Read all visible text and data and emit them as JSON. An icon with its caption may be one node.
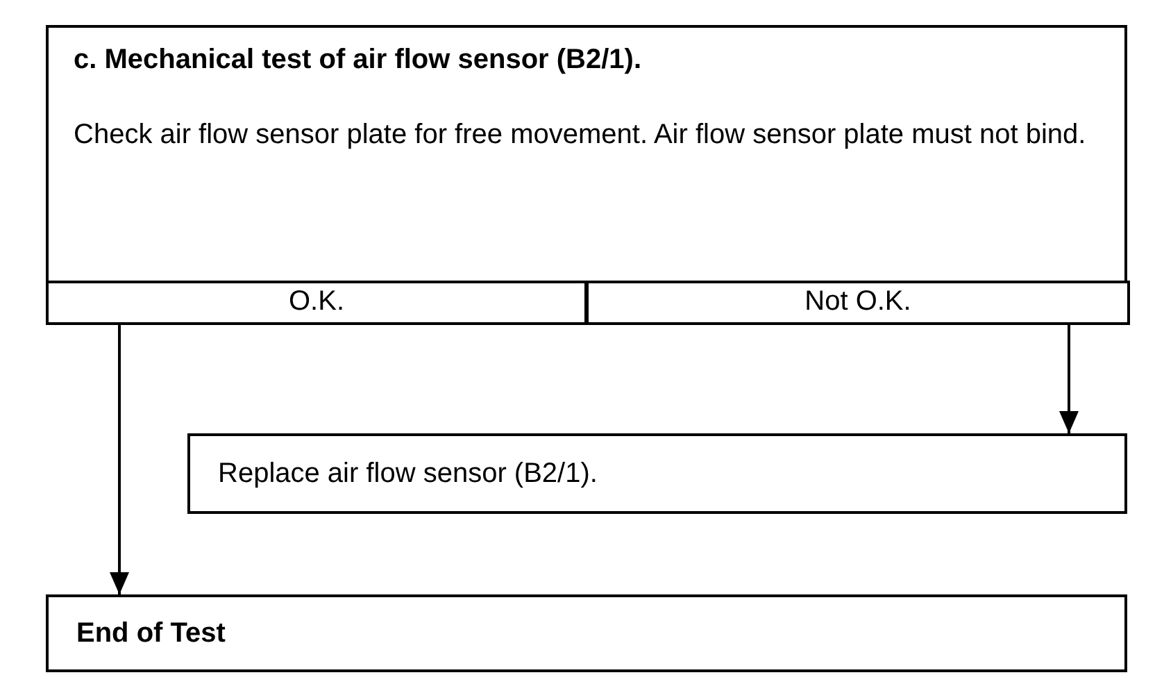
{
  "diagram": {
    "nodes": [
      {
        "text": [
          "c.  Mechanical test of air flow sensor (B2/1).",
          "Check air flow sensor plate for free movement.  Air flow sensor plate must not bind."
        ]
      },
      {
        "text": [
          "O.K."
        ],
        "in": 0
      },
      {
        "text": [
          "Not O.K."
        ],
        "in": 0
      },
      {
        "text": [
          "Replace air flow sensor (B2/1)."
        ]
      },
      {
        "text": [
          "End of Test"
        ]
      }
    ],
    "edges": [
      {
        "from": 1,
        "to": 4,
        "arrow": "to"
      },
      {
        "from": 2,
        "to": 3,
        "arrow": "to"
      }
    ]
  }
}
